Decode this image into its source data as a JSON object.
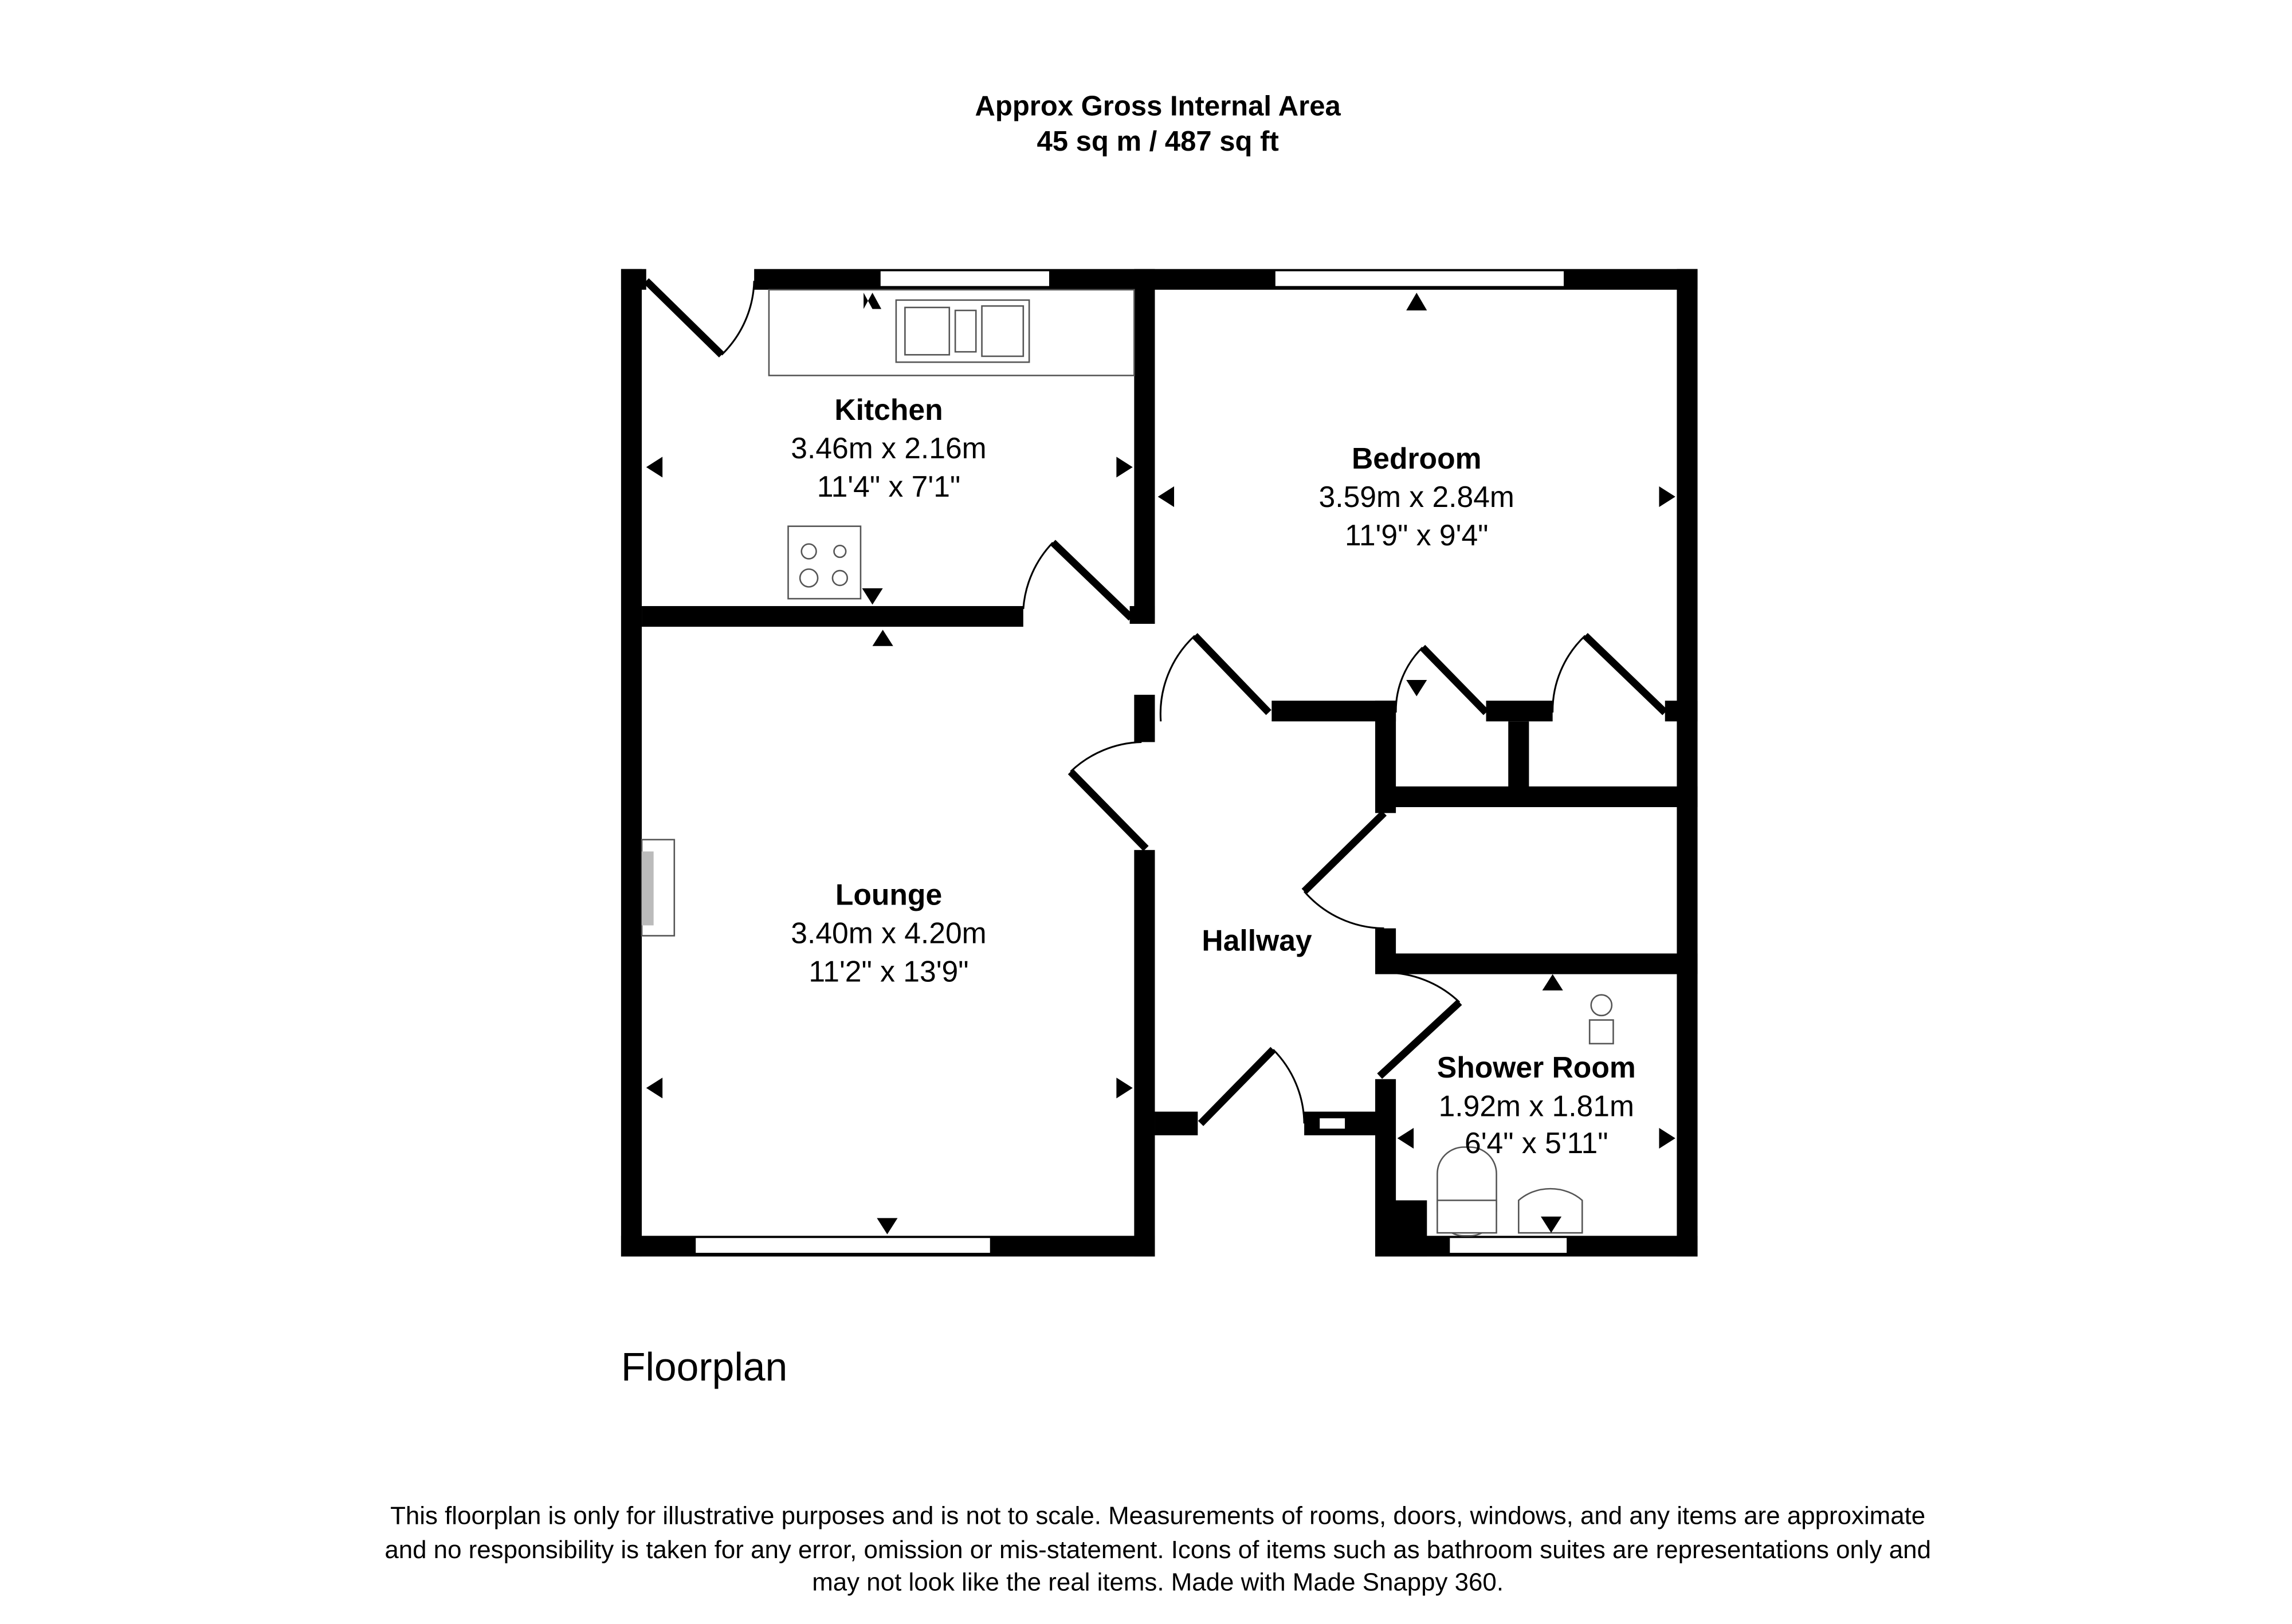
{
  "header": {
    "line1": "Approx Gross Internal Area",
    "line2": "45 sq m / 487 sq ft"
  },
  "rooms": {
    "kitchen": {
      "name": "Kitchen",
      "metric": "3.46m x 2.16m",
      "imperial": "11'4\" x 7'1\""
    },
    "bedroom": {
      "name": "Bedroom",
      "metric": "3.59m x 2.84m",
      "imperial": "11'9\" x 9'4\""
    },
    "lounge": {
      "name": "Lounge",
      "metric": "3.40m x 4.20m",
      "imperial": "11'2\" x 13'9\""
    },
    "hallway": {
      "name": "Hallway"
    },
    "shower": {
      "name": "Shower Room",
      "metric": "1.92m x 1.81m",
      "imperial": "6'4\" x 5'11\""
    }
  },
  "floor_label": "Floorplan",
  "disclaimer": {
    "line1": "This floorplan is only for illustrative purposes and is not to scale. Measurements of rooms, doors, windows, and any items are approximate",
    "line2": "and no responsibility is taken for any error, omission or mis-statement. Icons of items such as bathroom suites are representations only and",
    "line3": "may not look like the real items. Made with Made Snappy 360."
  }
}
